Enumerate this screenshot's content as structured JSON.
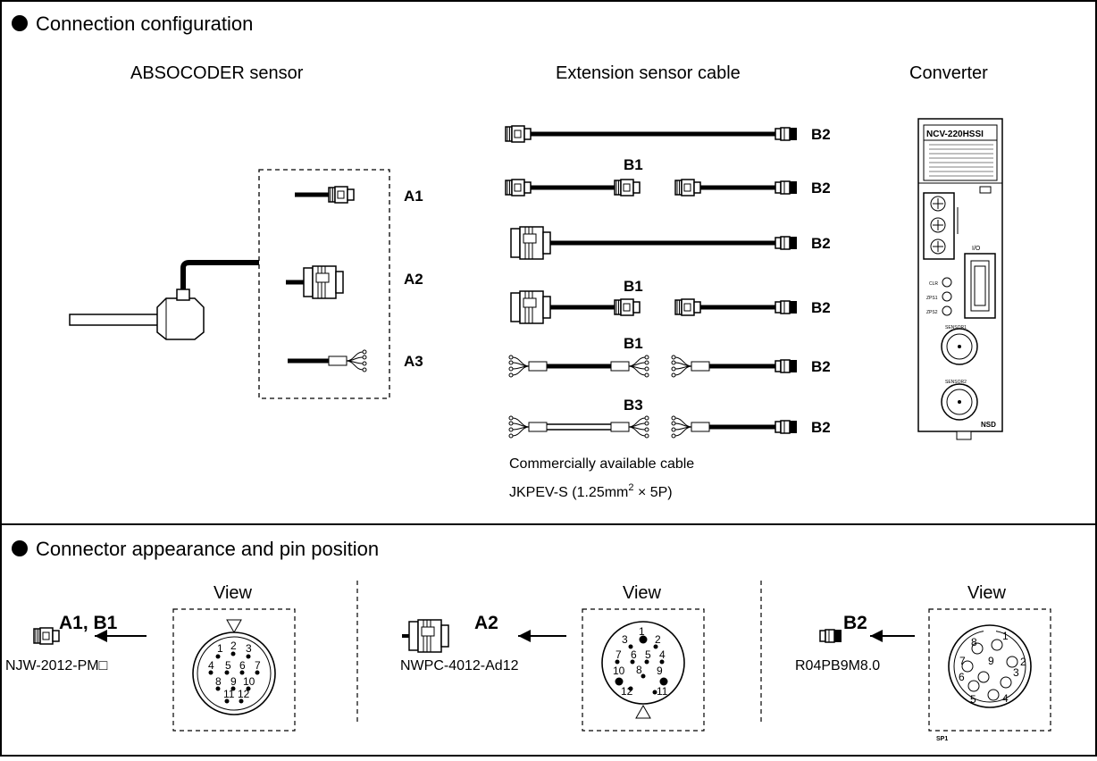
{
  "section1": {
    "title": "Connection configuration",
    "col_sensor": "ABSOCODER sensor",
    "col_cable": "Extension sensor cable",
    "col_converter": "Converter",
    "labels": {
      "A1": "A1",
      "A2": "A2",
      "A3": "A3",
      "B1": "B1",
      "B2": "B2",
      "B3": "B3"
    },
    "caption_line1": "Commercially available cable",
    "caption_line2_pre": "JKPEV-S (1.25mm",
    "caption_line2_sup": "2",
    "caption_line2_post": " × 5P)",
    "converter": {
      "model": "NCV-220HSSI",
      "leds": [
        "CLR",
        "ZPS1",
        "ZPS2"
      ],
      "io_label": "I/O",
      "sensor1": "SENSOR1",
      "sensor2": "SENSOR2",
      "brand": "NSD"
    }
  },
  "section2": {
    "title": "Connector appearance and pin position",
    "view_label": "View",
    "connectors": [
      {
        "label": "A1, B1",
        "part": "NJW-2012-PM□",
        "pins": [
          "1",
          "2",
          "3",
          "4",
          "5",
          "6",
          "7",
          "8",
          "9",
          "10",
          "11",
          "12"
        ]
      },
      {
        "label": "A2",
        "part": "NWPC-4012-Ad12",
        "pins": [
          "1",
          "2",
          "3",
          "4",
          "5",
          "6",
          "7",
          "8",
          "9",
          "10",
          "11",
          "12"
        ]
      },
      {
        "label": "B2",
        "part": "R04PB9M8.0",
        "pins": [
          "1",
          "2",
          "3",
          "4",
          "5",
          "6",
          "7",
          "8",
          "9"
        ]
      }
    ],
    "footer_mark": "SP1"
  }
}
